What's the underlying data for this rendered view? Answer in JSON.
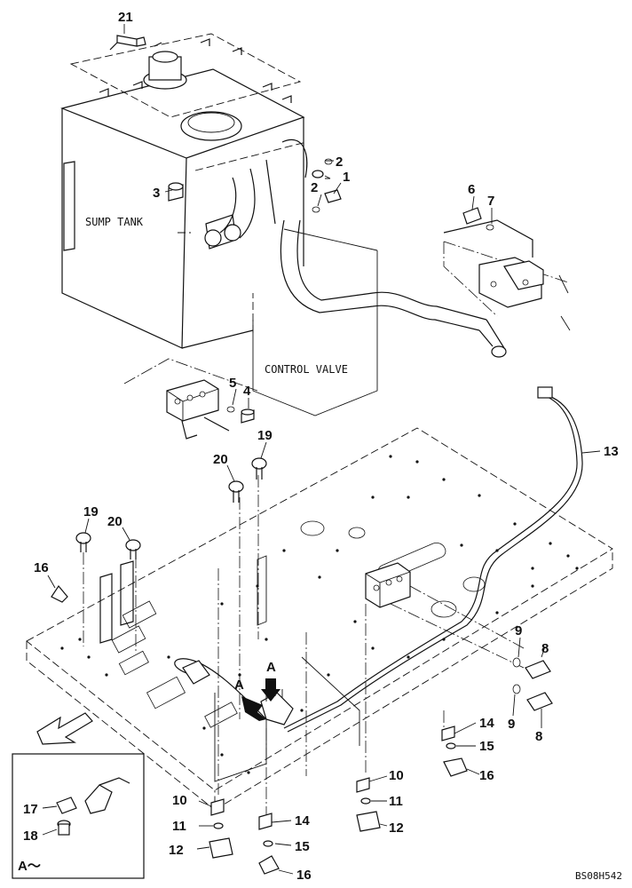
{
  "labels": {
    "sump_tank": "SUMP TANK",
    "control_valve": "CONTROL VALVE",
    "detail": "A～",
    "arrow_a1": "A",
    "arrow_a2": "A",
    "drawing_code": "BS08H542"
  },
  "callouts": {
    "c21": "21",
    "c2a": "2",
    "c1": "1",
    "c2b": "2",
    "c3": "3",
    "c6": "6",
    "c7": "7",
    "c5": "5",
    "c4": "4",
    "c19a": "19",
    "c20a": "20",
    "c13": "13",
    "c19b": "19",
    "c20b": "20",
    "c16a": "16",
    "c9a": "9",
    "c8a": "8",
    "c9b": "9",
    "c8b": "8",
    "c14a": "14",
    "c15a": "15",
    "c16b": "16",
    "c10a": "10",
    "c11a": "11",
    "c12a": "12",
    "c10b": "10",
    "c11b": "11",
    "c12b": "12",
    "c14b": "14",
    "c15b": "15",
    "c16c": "16",
    "c17": "17",
    "c18": "18"
  }
}
